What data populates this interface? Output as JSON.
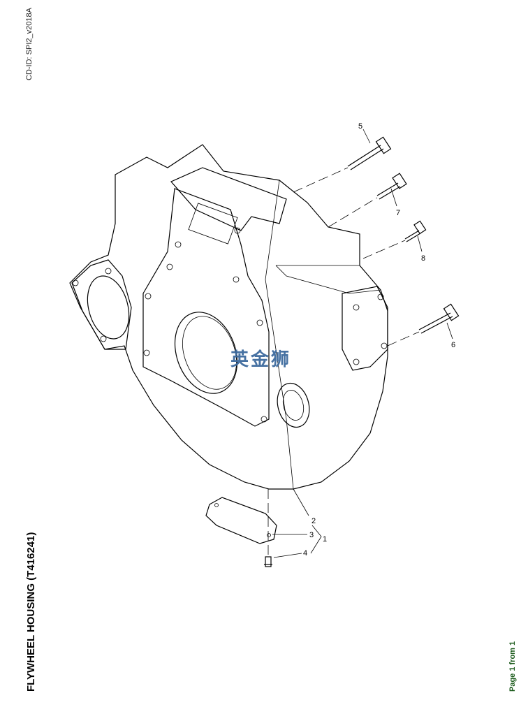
{
  "document_id": "CD-ID: SPI2_v2018A",
  "title": "FLYWHEEL HOUSING (T416241)",
  "page": "Page 1 from 1",
  "watermark": "英金狮",
  "callouts": [
    "1",
    "2",
    "3",
    "4",
    "5",
    "6",
    "7",
    "8"
  ]
}
